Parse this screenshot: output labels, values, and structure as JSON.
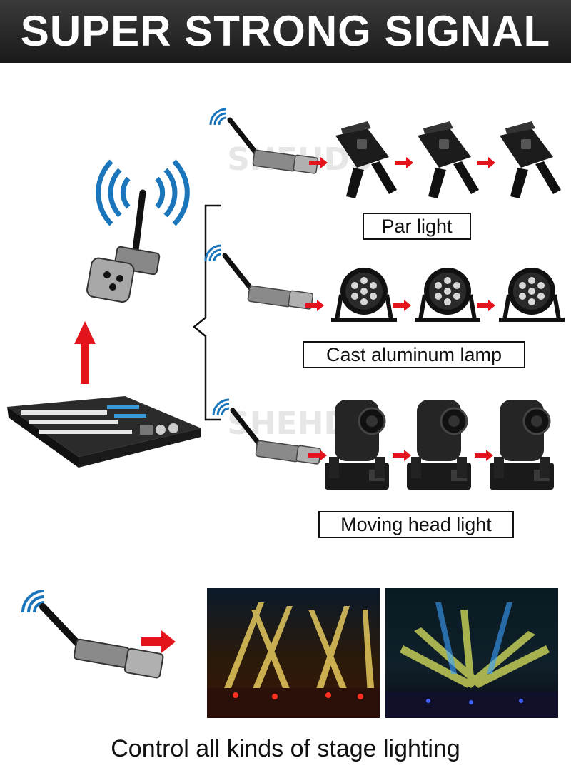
{
  "header": {
    "title": "SUPER STRONG SIGNAL"
  },
  "watermark": "SHEHDS",
  "rows": [
    {
      "label": "Par light"
    },
    {
      "label": "Cast aluminum lamp"
    },
    {
      "label": "Moving head light"
    }
  ],
  "caption": "Control all kinds of stage lighting",
  "colors": {
    "signal": "#1a75bb",
    "arrow": "#e3141b",
    "header_bg": "#222222"
  },
  "icons": [
    "wifi-signal-icon",
    "dmx-transmitter-icon",
    "dmx-receiver-icon",
    "arrow-right-icon",
    "arrow-up-icon",
    "par-light-icon",
    "cast-aluminum-par-icon",
    "moving-head-icon",
    "dmx-console-icon"
  ]
}
